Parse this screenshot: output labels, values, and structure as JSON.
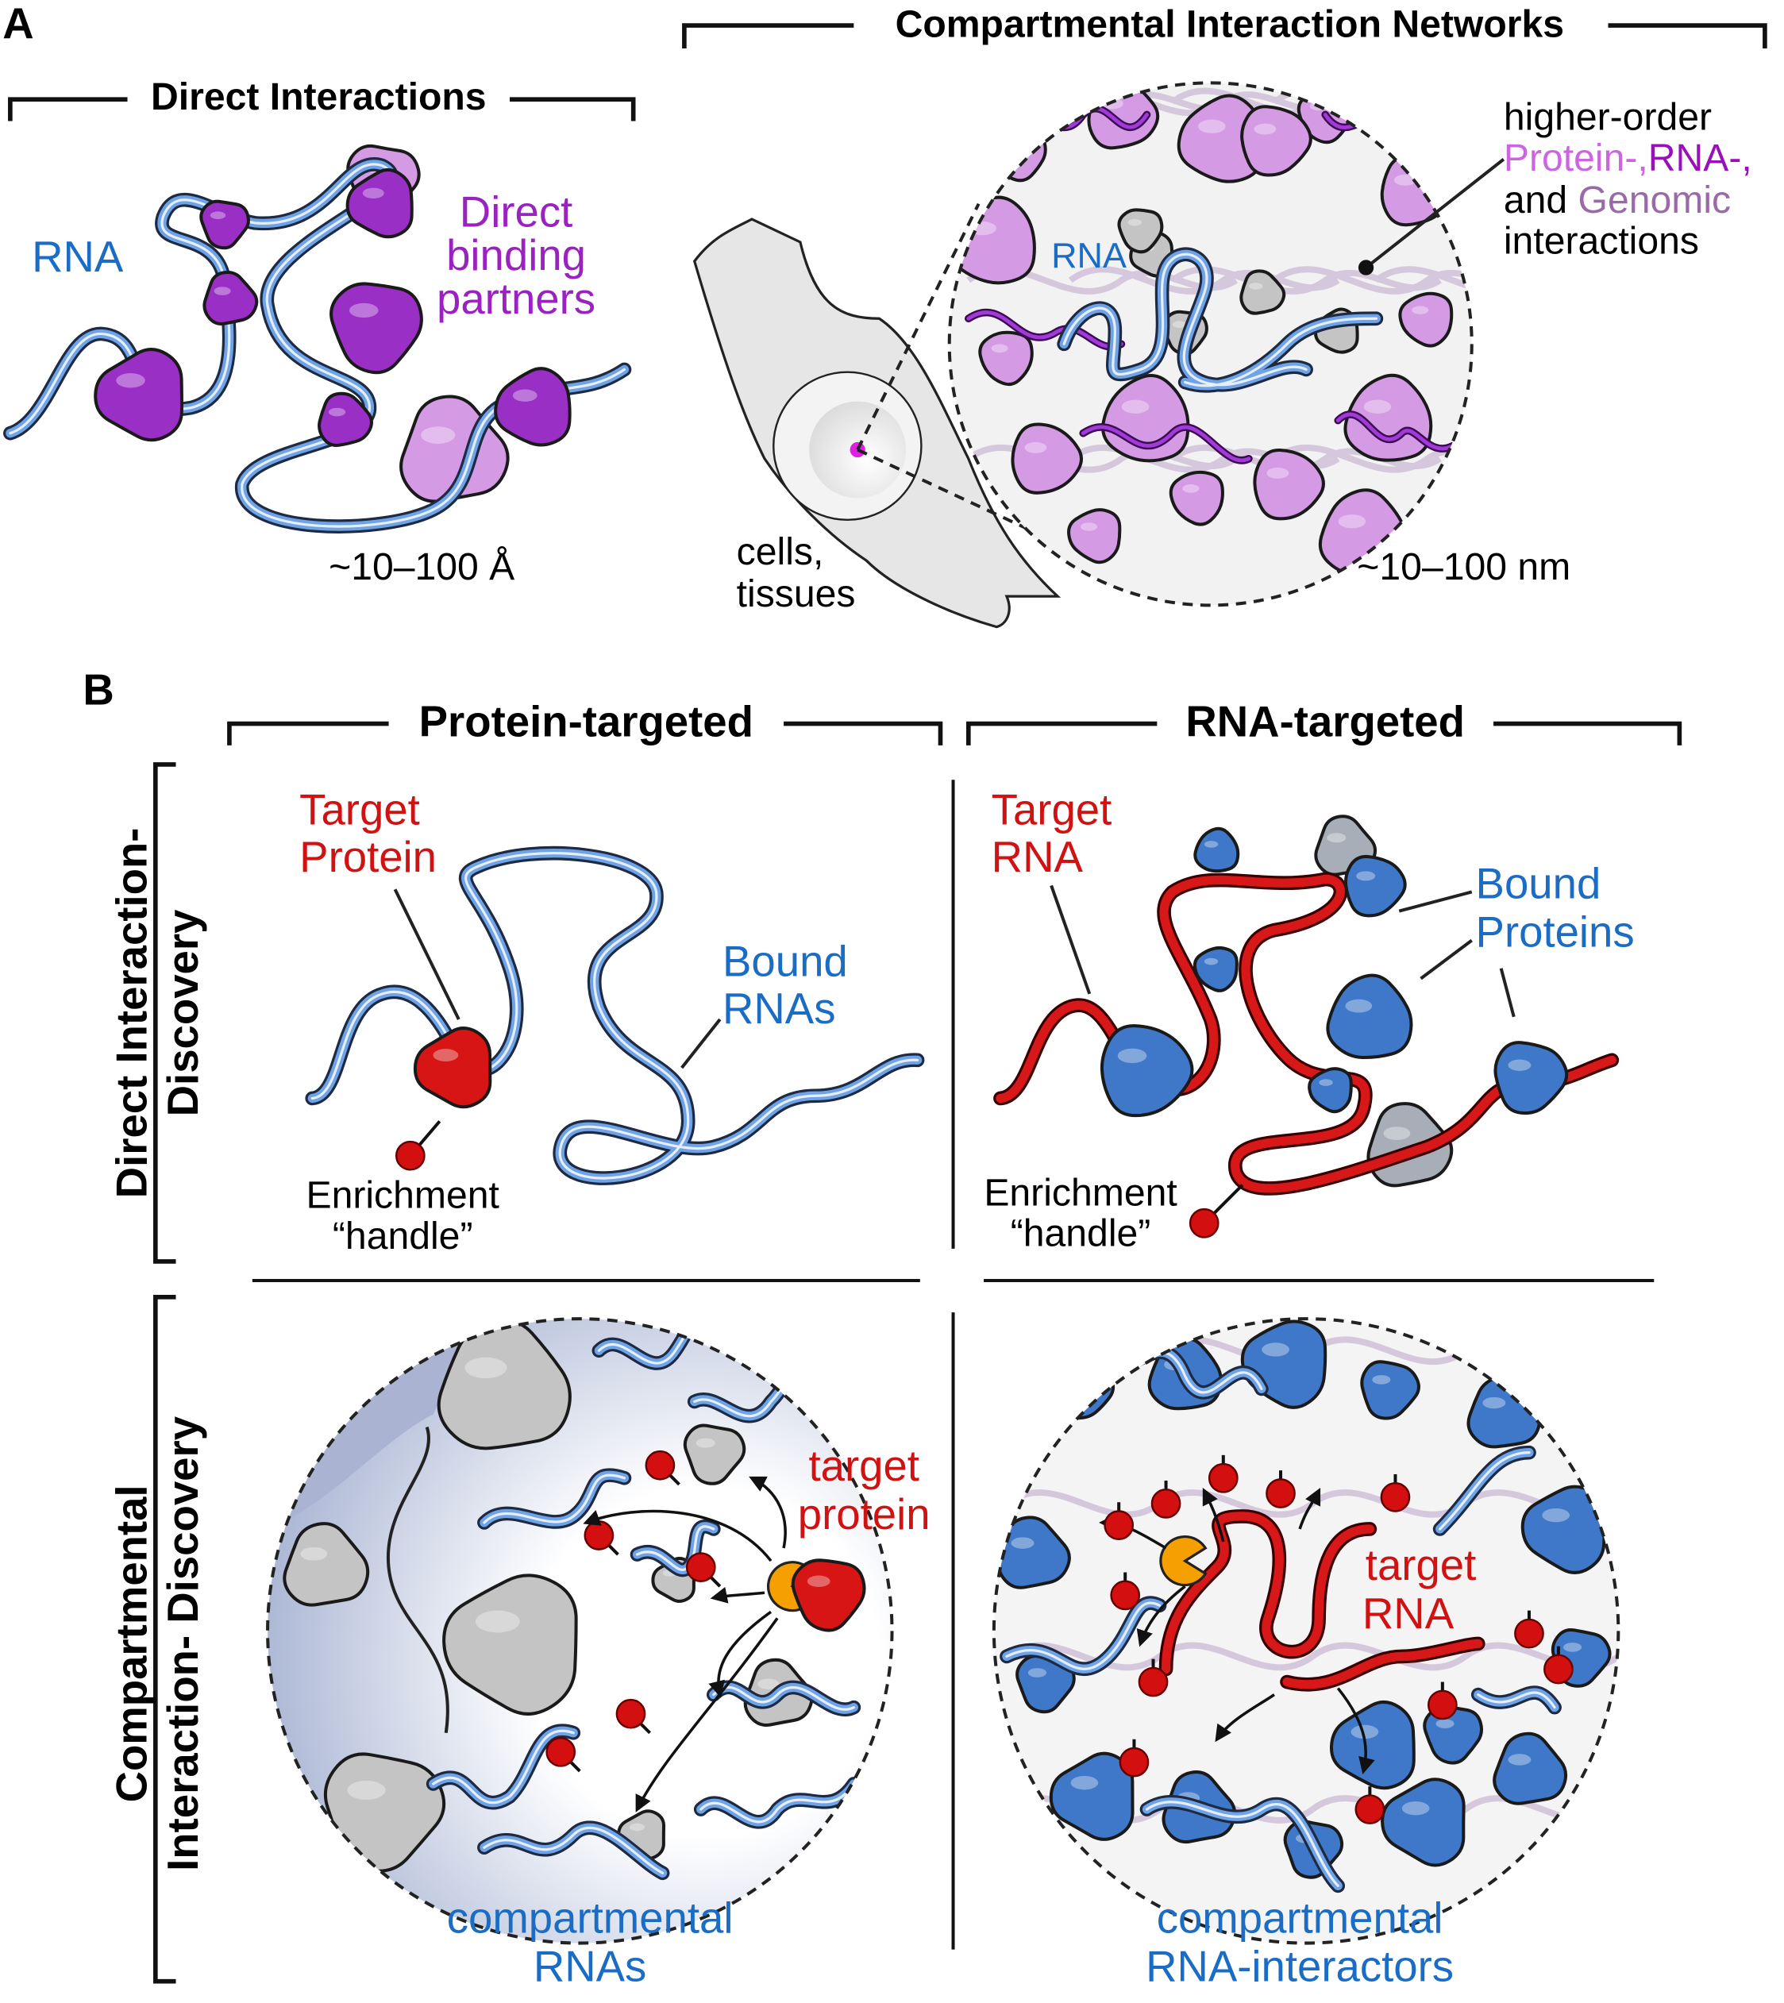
{
  "panel_a": {
    "label": "A",
    "direct": {
      "title": "Direct Interactions",
      "rna_label": "RNA",
      "partners_lines": [
        "Direct",
        "binding",
        "partners"
      ],
      "scale": "~10–100 Å"
    },
    "compartmental": {
      "title": "Compartmental Interaction Networks",
      "rna_label": "RNA",
      "cells_lines": [
        "cells,",
        "tissues"
      ],
      "higher_order": "higher-order",
      "protein": "Protein-,",
      "rna": "RNA-,",
      "and": "and",
      "genomic": "Genomic",
      "interactions": "interactions",
      "scale": "~10–100 nm"
    }
  },
  "panel_b": {
    "label": "B",
    "col_protein": "Protein-targeted",
    "col_rna": "RNA-targeted",
    "row_direct_lines": [
      "Direct Interaction-",
      "Discovery"
    ],
    "row_comp_lines": [
      "Compartmental",
      "Interaction- Discovery"
    ],
    "direct_protein": {
      "target_lines": [
        "Target",
        "Protein"
      ],
      "bound_lines": [
        "Bound",
        "RNAs"
      ],
      "handle_lines": [
        "Enrichment",
        "“handle”"
      ]
    },
    "direct_rna": {
      "target_lines": [
        "Target",
        "RNA"
      ],
      "bound_lines": [
        "Bound",
        "Proteins"
      ],
      "handle_lines": [
        "Enrichment",
        "“handle”"
      ]
    },
    "comp_protein": {
      "target_lines": [
        "target",
        "protein"
      ],
      "result_lines": [
        "compartmental",
        "RNAs"
      ]
    },
    "comp_rna": {
      "target_lines": [
        "target",
        "RNA"
      ],
      "result_lines": [
        "compartmental",
        "RNA-interactors"
      ]
    }
  },
  "colors": {
    "rna_blue": "#1b6cc4",
    "target_red": "#d01212",
    "protein_purple": "#9a22c0",
    "light_purple": "#cf8ee0",
    "grey_protein": "#bdbdbd",
    "enzyme_orange": "#f5a000"
  }
}
